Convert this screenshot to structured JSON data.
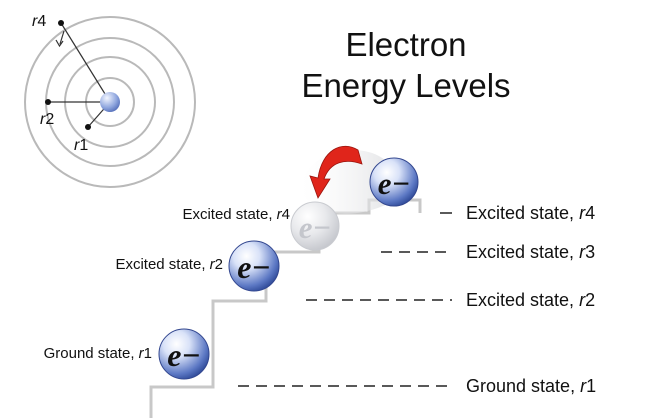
{
  "title": {
    "line1": "Electron",
    "line2": "Energy Levels"
  },
  "atom": {
    "labels": [
      {
        "letter": "r",
        "num": "4"
      },
      {
        "letter": "r",
        "num": "2"
      },
      {
        "letter": "r",
        "num": "1"
      }
    ]
  },
  "electron_symbol": "e−",
  "stair_labels": [
    {
      "prefix": "Excited state, ",
      "letter": "r",
      "num": "4"
    },
    {
      "prefix": "Excited state, ",
      "letter": "r",
      "num": "2"
    },
    {
      "prefix": "Ground state, ",
      "letter": "r",
      "num": "1"
    }
  ],
  "levels": [
    {
      "prefix": "Excited state, ",
      "letter": "r",
      "num": "4"
    },
    {
      "prefix": "Excited state, ",
      "letter": "r",
      "num": "3"
    },
    {
      "prefix": "Excited state, ",
      "letter": "r",
      "num": "2"
    },
    {
      "prefix": "Ground state, ",
      "letter": "r",
      "num": "1"
    }
  ],
  "colors": {
    "electron_light": "#e6ecfb",
    "electron_dark": "#3b57a8",
    "ghost_electron": "#d7d9de",
    "arrow_red": "#e0251b",
    "ring_gray": "#b9b9b9",
    "stair_gray": "#c8c8c8"
  }
}
